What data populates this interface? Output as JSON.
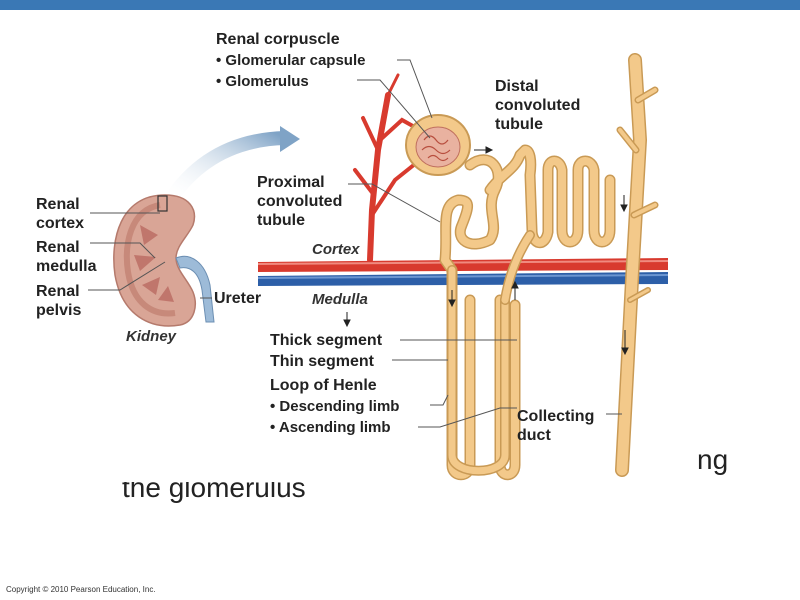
{
  "labels": {
    "renal_corpuscle": "Renal corpuscle",
    "glomerular_capsule": "• Glomerular capsule",
    "glomerulus": "• Glomerulus",
    "distal_1": "Distal",
    "distal_2": "convoluted",
    "distal_3": "tubule",
    "proximal_1": "Proximal",
    "proximal_2": "convoluted",
    "proximal_3": "tubule",
    "cortex": "Cortex",
    "medulla": "Medulla",
    "renal_cortex_1": "Renal",
    "renal_cortex_2": "cortex",
    "renal_medulla_1": "Renal",
    "renal_medulla_2": "medulla",
    "renal_pelvis_1": "Renal",
    "renal_pelvis_2": "pelvis",
    "ureter": "Ureter",
    "kidney": "Kidney",
    "thick_segment": "Thick segment",
    "thin_segment": "Thin segment",
    "loop_of_henle": "Loop of Henle",
    "descending_limb": "• Descending limb",
    "ascending_limb": "• Ascending limb",
    "collecting_1": "Collecting",
    "collecting_2": "duct"
  },
  "slide": {
    "fragment_right": "ng",
    "fragment_bottom": "the glomerulus",
    "copyright": "Copyright © 2010 Pearson Education, Inc."
  },
  "colors": {
    "tubule": "#f3c98a",
    "tubule_outline": "#c99a55",
    "artery": "#d83a2e",
    "vein": "#2d5fa8",
    "header_bar": "#3a78b5"
  }
}
